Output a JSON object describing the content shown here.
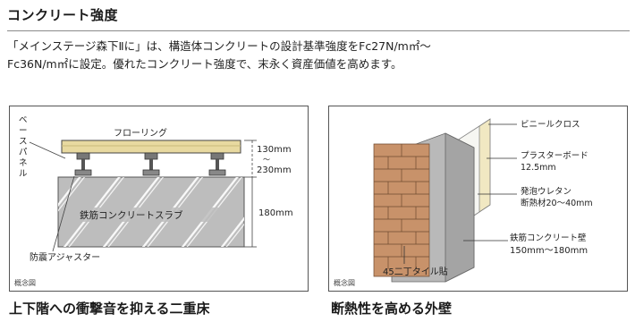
{
  "section": {
    "title": "コンクリート強度",
    "intro_line1": "「メインステージ森下Ⅱに」は、構造体コンクリートの設計基準強度をFc27N/m㎡～",
    "intro_line2": "Fc36N/m㎡に設定。優れたコンクリート強度で、末永く資産価値を高めます。"
  },
  "floor_diagram": {
    "label_flooring": "フローリング",
    "label_base_panel": "ベースパネル",
    "label_slab": "鉄筋コンクリートスラブ",
    "label_adjuster": "防震アジャスター",
    "dim_top": "130mm",
    "dim_tilde": "～",
    "dim_mid": "230mm",
    "dim_slab": "180mm",
    "note": "概念図",
    "caption": "上下階への衝撃音を抑える二重床"
  },
  "wall_diagram": {
    "label_cloth": "ビニールクロス",
    "label_board_1": "プラスターボード",
    "label_board_2": "12.5mm",
    "label_urethane_1": "発泡ウレタン",
    "label_urethane_2": "断熱材20～40mm",
    "label_wall_1": "鉄筋コンクリート壁",
    "label_wall_2": "150mm～180mm",
    "label_tile": "45二丁タイル貼",
    "note": "概念図",
    "caption": "断熱性を高める外壁"
  }
}
